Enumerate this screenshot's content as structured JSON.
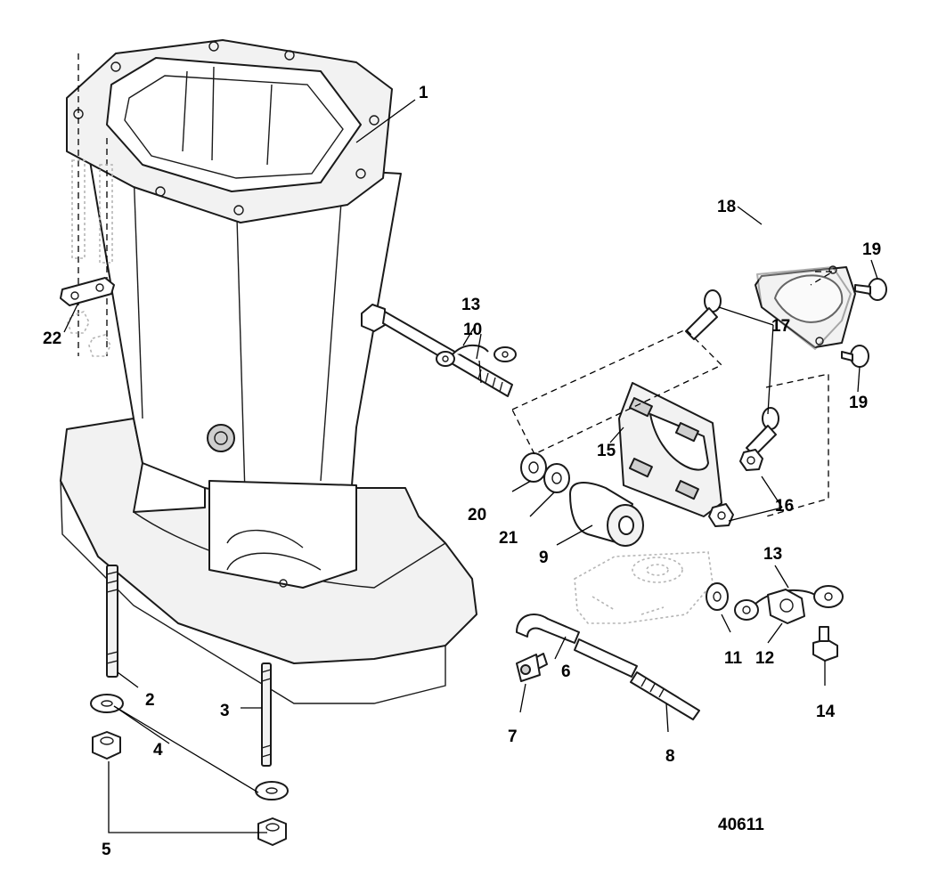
{
  "callouts": [
    "1",
    "2",
    "3",
    "4",
    "5",
    "6",
    "7",
    "8",
    "9",
    "10",
    "11",
    "12",
    "13",
    "13",
    "14",
    "15",
    "16",
    "17",
    "18",
    "19",
    "19",
    "20",
    "21",
    "22"
  ],
  "figure_number": "40611"
}
